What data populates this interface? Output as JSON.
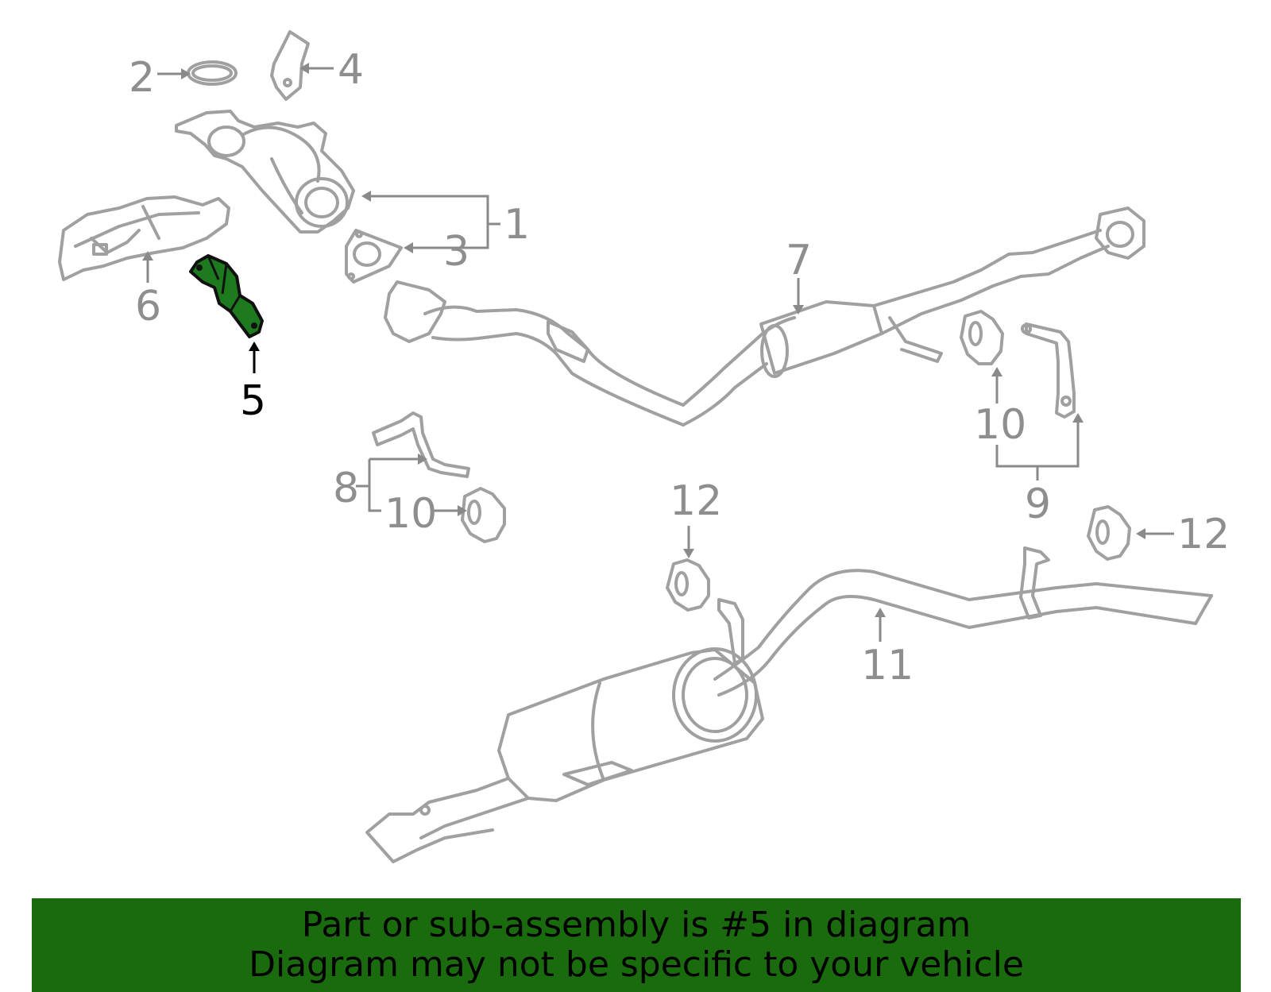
{
  "callouts": {
    "c1": "1",
    "c2": "2",
    "c3": "3",
    "c4": "4",
    "c5": "5",
    "c6": "6",
    "c7": "7",
    "c8": "8",
    "c9": "9",
    "c10a": "10",
    "c10b": "10",
    "c11": "11",
    "c12a": "12",
    "c12b": "12"
  },
  "highlighted_part": "5",
  "colors": {
    "highlight_fill": "#1e7a1e",
    "banner": "#1a6b0e",
    "part_line": "#a0a0a0"
  },
  "banner": {
    "line1": "Part or sub-assembly is #5 in diagram",
    "line2": "Diagram may not be specific to your vehicle"
  }
}
